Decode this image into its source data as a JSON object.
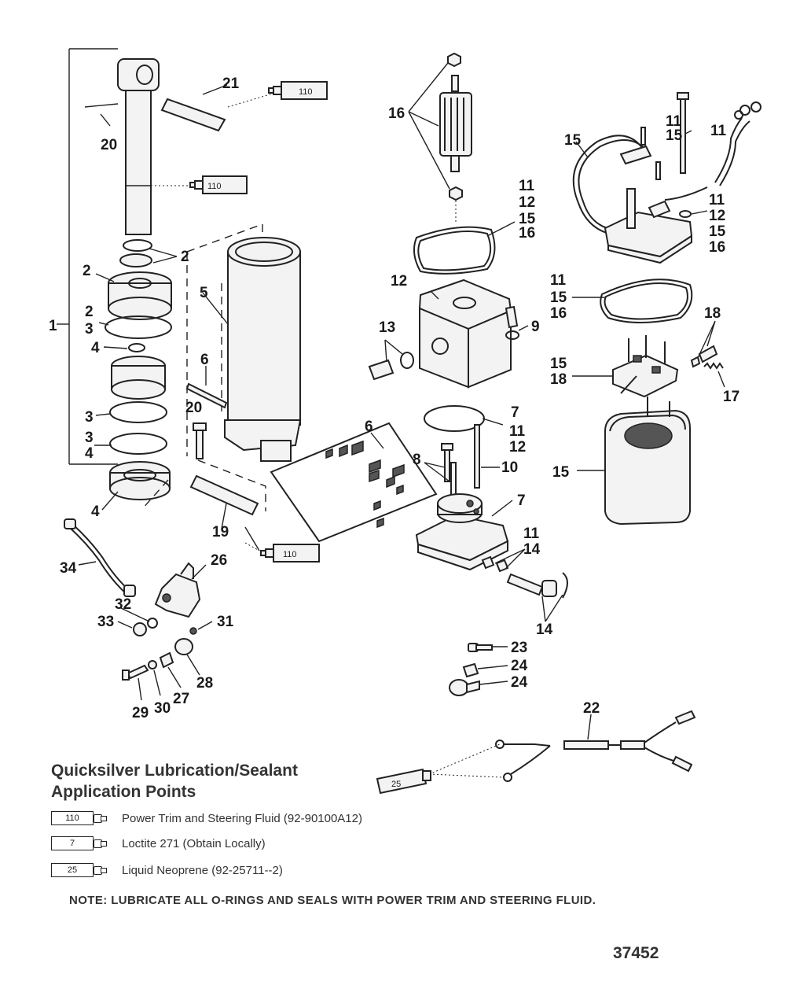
{
  "diagram": {
    "callouts": {
      "c1": "1",
      "c2a": "2",
      "c2b": "2",
      "c2c": "2",
      "c3a": "3",
      "c3b": "3",
      "c3c": "3",
      "c4a": "4",
      "c4b": "4",
      "c4c": "4",
      "c5": "5",
      "c6a": "6",
      "c6b": "6",
      "c7a": "7",
      "c7b": "7",
      "c8": "8",
      "c9": "9",
      "c10": "10",
      "c11a": "11",
      "c11b": "11",
      "c11c": "11",
      "c11d": "11",
      "c11e": "11",
      "c11f": "11",
      "c11g": "11",
      "c12a": "12",
      "c12b": "12",
      "c12c": "12",
      "c12d": "12",
      "c13": "13",
      "c14a": "14",
      "c14b": "14",
      "c15a": "15",
      "c15b": "15",
      "c15c": "15",
      "c15d": "15",
      "c15e": "15",
      "c15f": "15",
      "c15g": "15",
      "c16a": "16",
      "c16b": "16",
      "c16c": "16",
      "c16d": "16",
      "c17": "17",
      "c18a": "18",
      "c18b": "18",
      "c19": "19",
      "c20a": "20",
      "c20b": "20",
      "c21": "21",
      "c22": "22",
      "c23": "23",
      "c24a": "24",
      "c24b": "24",
      "c26": "26",
      "c27": "27",
      "c28": "28",
      "c29": "29",
      "c30": "30",
      "c31": "31",
      "c32": "32",
      "c33": "33",
      "c34": "34"
    },
    "tubes": {
      "t1": "110",
      "t2": "110",
      "t3": "110",
      "t4": "25"
    }
  },
  "legend": {
    "title_line1": "Quicksilver Lubrication/Sealant",
    "title_line2": "Application Points",
    "items": [
      {
        "code": "110",
        "text": "Power Trim  and Steering Fluid (92-90100A12)"
      },
      {
        "code": "7",
        "text": "Loctite 271 (Obtain Locally)"
      },
      {
        "code": "25",
        "text": "Liquid Neoprene (92-25711--2)"
      }
    ]
  },
  "note": "NOTE: LUBRICATE ALL O-RINGS AND SEALS WITH POWER TRIM AND STEERING FLUID.",
  "figure_number": "37452"
}
